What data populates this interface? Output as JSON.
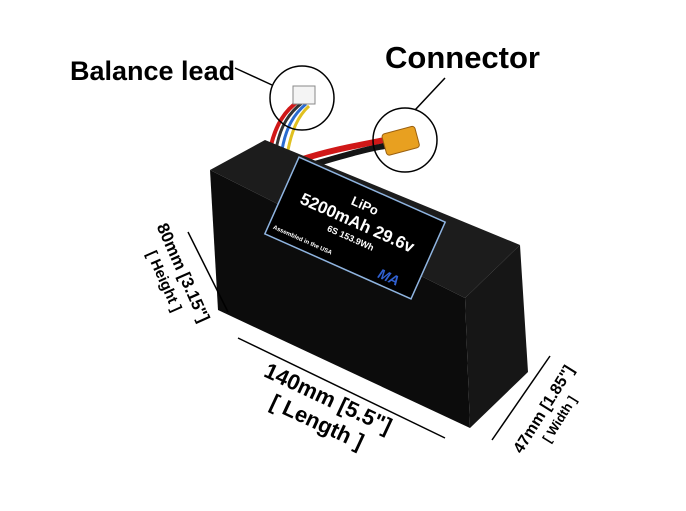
{
  "callouts": {
    "balance_lead": "Balance lead",
    "connector": "Connector"
  },
  "battery_label": {
    "chemistry": "LiPo",
    "capacity_voltage": "5200mAh 29.6v",
    "config": "6S 153.9Wh",
    "assembled": "Assembled in the USA"
  },
  "dimensions": {
    "height": "80mm [3.15\"]",
    "height_name": "[ Height ]",
    "length": "140mm [5.5\"]",
    "length_name": "[ Length ]",
    "width": "47mm [1.85\"]",
    "width_name": "[ Width ]"
  },
  "colors": {
    "battery": "#111111",
    "label_border": "#8fb4e0",
    "connector": "#e8a020",
    "wire_red": "#d01818"
  }
}
